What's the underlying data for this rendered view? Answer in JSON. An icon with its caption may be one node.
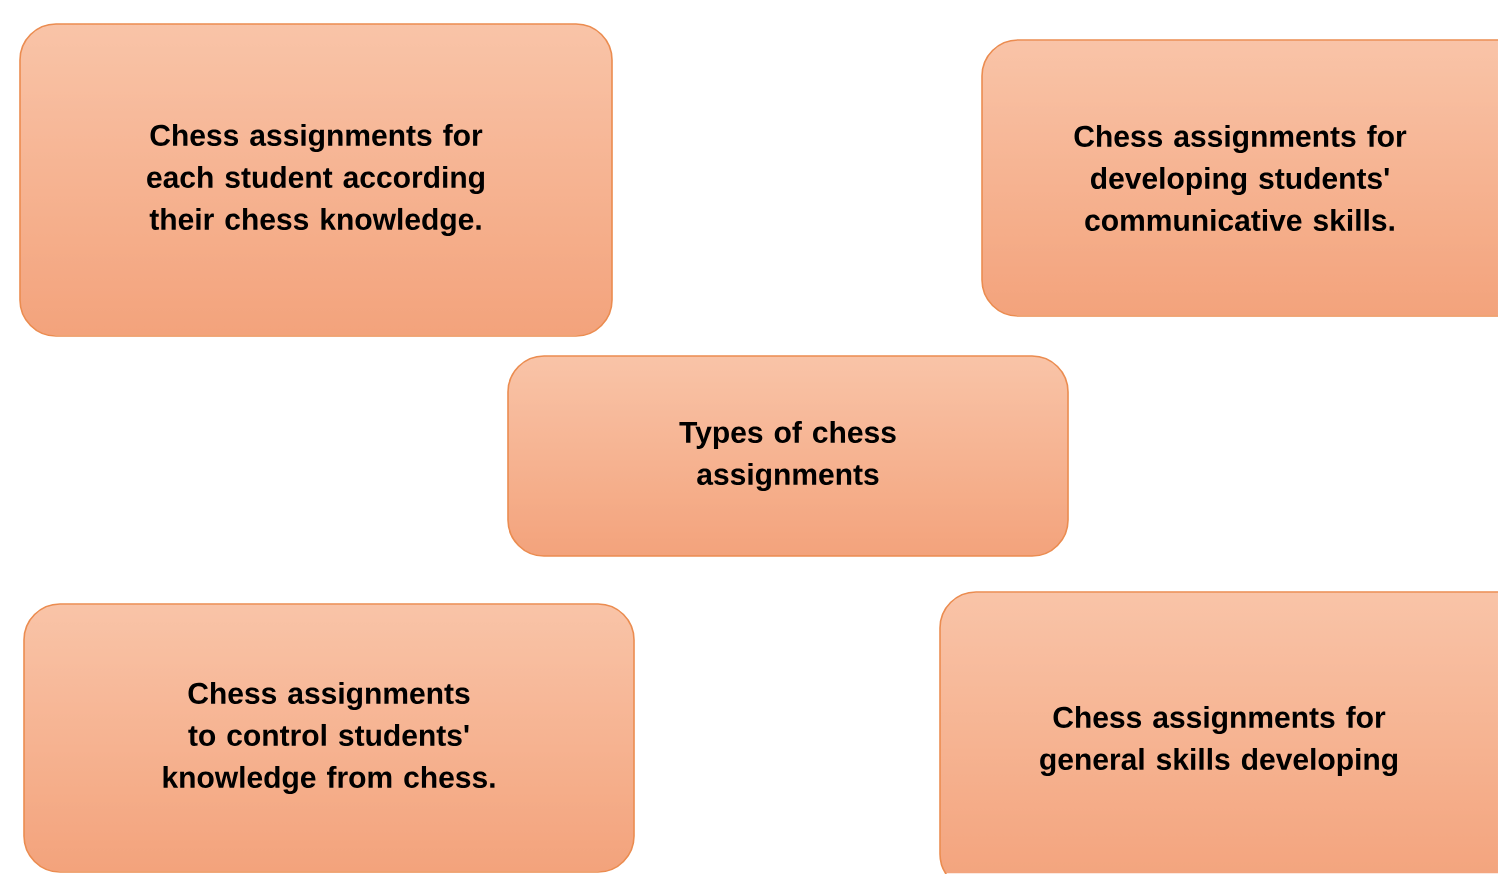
{
  "diagram": {
    "nodes": [
      {
        "text": [
          "Chess assignments for each student according their chess knowledge."
        ]
      },
      {
        "text": [
          "Chess assignments for developing students' communicative skills."
        ]
      },
      {
        "text": [
          "Types of chess assignments"
        ]
      },
      {
        "text": [
          "Chess assignments to control students' knowledge from chess."
        ]
      },
      {
        "text": [
          "Chess assignments for general skills developing"
        ]
      }
    ]
  }
}
